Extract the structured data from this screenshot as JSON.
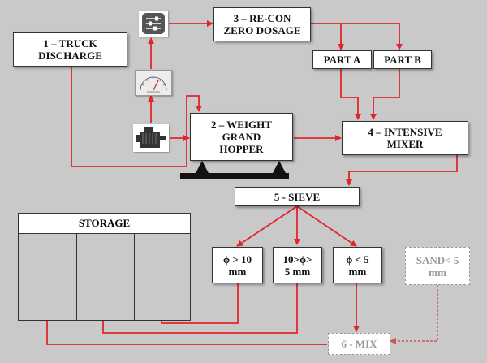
{
  "nodes": {
    "truck": "1 – TRUCK\nDISCHARGE",
    "recon": "3 – RE-CON\nZERO DOSAGE",
    "part_a": "PART A",
    "part_b": "PART B",
    "hopper": "2 – WEIGHT\nGRAND\nHOPPER",
    "mixer": "4 – INTENSIVE\nMIXER",
    "sieve": "5 - SIEVE",
    "storage": "STORAGE",
    "phi_gt10": "ϕ > 10\nmm",
    "phi_5_10": "10>ϕ>\n5 mm",
    "phi_lt5": "ϕ < 5\nmm",
    "sand": "SAND< 5\nmm",
    "mix": "6 - MIX"
  },
  "icons": [
    "control-panel-icon",
    "weighing-gauge-icon",
    "motor-icon",
    "scale-support-icon"
  ],
  "colors": {
    "background": "#c9c9c9",
    "flow": "#e0262b",
    "dashed_flow": "#c85a50",
    "box_border": "#333333"
  }
}
